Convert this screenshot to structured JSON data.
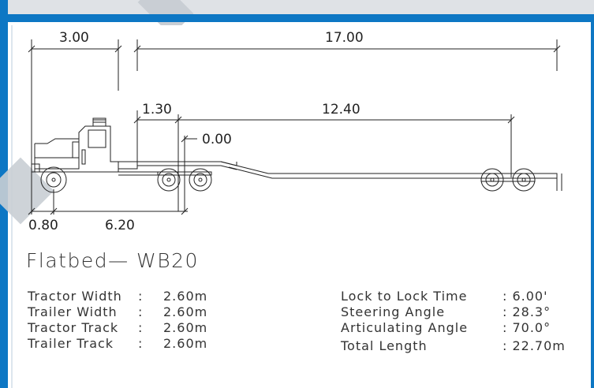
{
  "dimensions": {
    "tractor_front": "3.00",
    "overall_trailer": "17.00",
    "gooseneck": "1.30",
    "deck": "12.40",
    "fifth_wheel_offset": "0.00",
    "front_overhang": "0.80",
    "wheelbase": "6.20"
  },
  "title": "Flatbed— WB20",
  "left_specs": [
    {
      "label": "Tractor Width",
      "sep": ":",
      "value": "2.60m"
    },
    {
      "label": "Trailer Width",
      "sep": ":",
      "value": "2.60m"
    },
    {
      "label": "Tractor Track",
      "sep": ":",
      "value": "2.60m"
    },
    {
      "label": "Trailer Track",
      "sep": ":",
      "value": "2.60m"
    }
  ],
  "right_specs": [
    {
      "label": "Lock to Lock Time",
      "value": ": 6.00'"
    },
    {
      "label": "Steering Angle",
      "value": ": 28.3°"
    },
    {
      "label": "Articulating Angle",
      "value": ": 70.0°"
    },
    {
      "label": "Total Length",
      "value": ": 22.70m"
    }
  ],
  "colors": {
    "frame": "#0d77c4",
    "line": "#222222"
  }
}
